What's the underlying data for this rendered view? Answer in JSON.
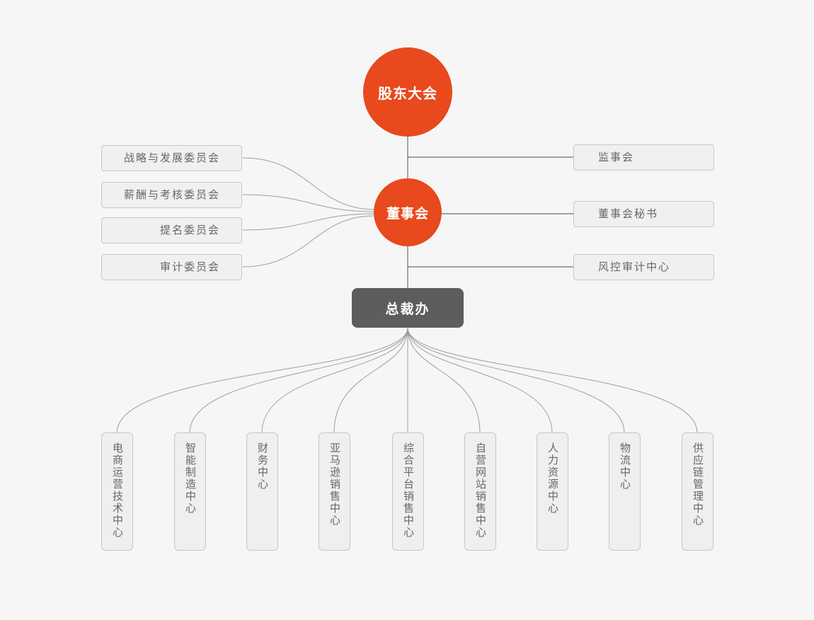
{
  "org_chart": {
    "root": {
      "label": "股东大会"
    },
    "board": {
      "label": "董事会"
    },
    "president_office": {
      "label": "总裁办"
    },
    "left_committees": [
      {
        "label": "战略与发展委员会"
      },
      {
        "label": "薪酬与考核委员会"
      },
      {
        "label": "提名委员会"
      },
      {
        "label": "审计委员会"
      }
    ],
    "right_units": [
      {
        "label": "监事会"
      },
      {
        "label": "董事会秘书"
      },
      {
        "label": "风控审计中心"
      }
    ],
    "departments": [
      {
        "label": "电商运营技术中心"
      },
      {
        "label": "智能制造中心"
      },
      {
        "label": "财务中心"
      },
      {
        "label": "亚马逊销售中心"
      },
      {
        "label": "综合平台销售中心"
      },
      {
        "label": "自营网站销售中心"
      },
      {
        "label": "人力资源中心"
      },
      {
        "label": "物流中心"
      },
      {
        "label": "供应链管理中心"
      }
    ],
    "colors": {
      "accent_orange": "#e8491d",
      "dark_node": "#5d5d5d",
      "background": "#f6f6f6",
      "box_fill": "#f0f0f0",
      "box_border": "#c8c8c8",
      "straight_line": "#6e6e6e",
      "curve_line": "#9e9e9e",
      "box_text": "#666666"
    }
  }
}
